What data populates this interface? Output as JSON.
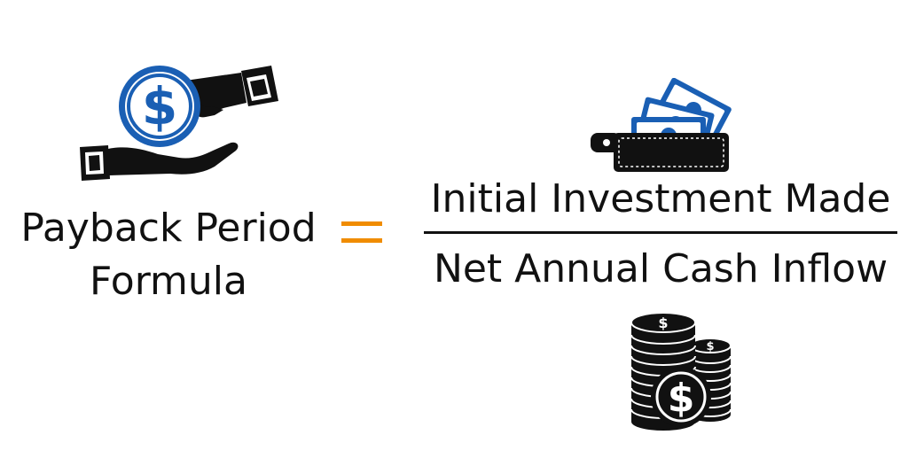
{
  "formula": {
    "lhs_line1": "Payback Period",
    "lhs_line2": "Formula",
    "numerator": "Initial Investment Made",
    "denominator": "Net Annual Cash Inflow"
  },
  "icons": {
    "hand_coin": "hand-giving-coin-icon",
    "wallet": "wallet-with-cash-icon",
    "coin_stack": "coin-stack-icon",
    "coin_glyph": "$"
  },
  "colors": {
    "text": "#111111",
    "accent_blue": "#1a5fb4",
    "equals": "#f08c00",
    "icon_black": "#111111"
  }
}
